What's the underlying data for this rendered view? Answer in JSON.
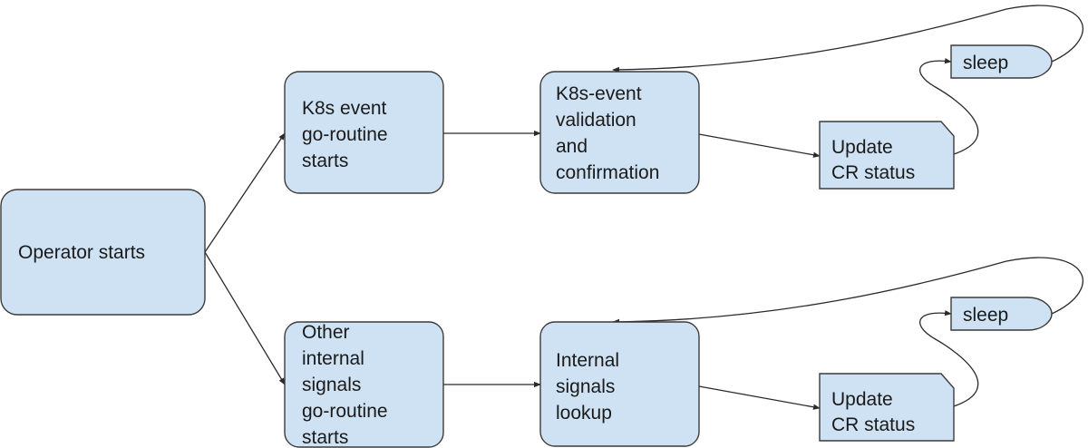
{
  "nodes": {
    "operator_start": {
      "lines": [
        "Operator starts"
      ]
    },
    "k8s_goroutine": {
      "lines": [
        "K8s event",
        "go-routine",
        "starts"
      ]
    },
    "k8s_validation": {
      "lines": [
        "K8s-event",
        "validation",
        "and",
        "confirmation"
      ]
    },
    "update_top": {
      "lines": [
        "Update",
        "CR status"
      ]
    },
    "sleep_top": {
      "lines": [
        "sleep"
      ]
    },
    "other_goroutine": {
      "lines": [
        "Other",
        "internal",
        "signals",
        "go-routine",
        "starts"
      ]
    },
    "internal_lookup": {
      "lines": [
        "Internal",
        "signals",
        "lookup"
      ]
    },
    "update_bottom": {
      "lines": [
        "Update",
        "CR status"
      ]
    },
    "sleep_bottom": {
      "lines": [
        "sleep"
      ]
    }
  },
  "colors": {
    "node_fill": "#cfe2f3",
    "node_stroke": "#3b3b3b",
    "edge": "#2b2b2b",
    "text": "#1a1a1a"
  }
}
